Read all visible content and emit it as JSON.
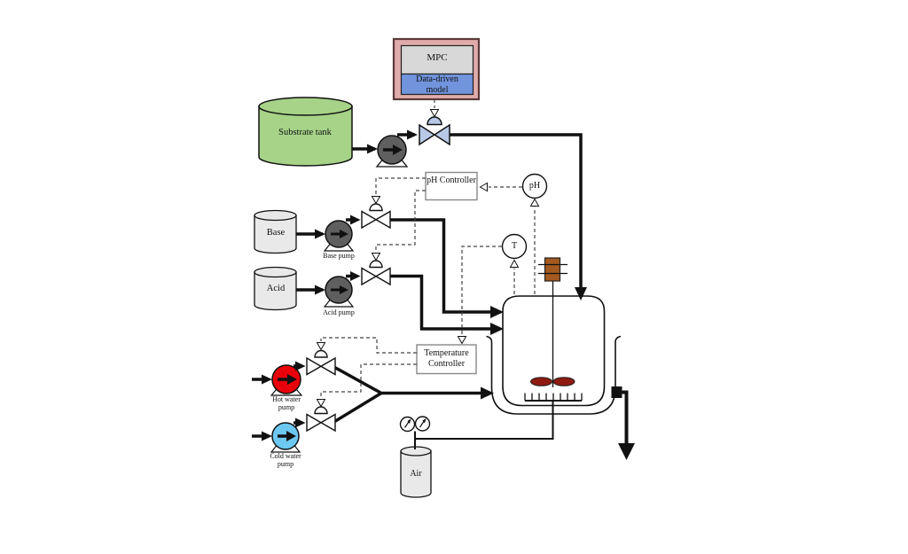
{
  "labels": {
    "mpc": "MPC",
    "data_driven_model": "Data-driven model",
    "substrate_tank": "Substrate tank",
    "base_tank": "Base",
    "acid_tank": "Acid",
    "air_tank": "Air",
    "base_pump": "Base pump",
    "acid_pump": "Acid pump",
    "hot_water_pump": "Hot water pump",
    "cold_water_pump": "Cold water pump",
    "ph_controller": "pH Controller",
    "temperature_controller": "Temperature Controller",
    "ph_sensor": "pH",
    "temperature_sensor": "T"
  },
  "colors": {
    "substrate_tank_fill": "#a6d388",
    "gray_tank_fill": "#e9e9e9",
    "pump_fill": "#5f5f5f",
    "hot_pump_fill": "#e8000b",
    "cold_pump_fill": "#6dc8f2",
    "valve_blue_fill": "#b7c9e6",
    "valve_white_fill": "#ffffff",
    "mpc_outer_fill": "#dfabab",
    "mpc_outer_border": "#5a3a3a",
    "mpc_gray_fill": "#d8d8d8",
    "mpc_blue_fill": "#7194dd",
    "impeller_fill": "#8e1a10",
    "motor_fill": "#a3591f",
    "line": "#111111",
    "signal_line": "#444444"
  }
}
